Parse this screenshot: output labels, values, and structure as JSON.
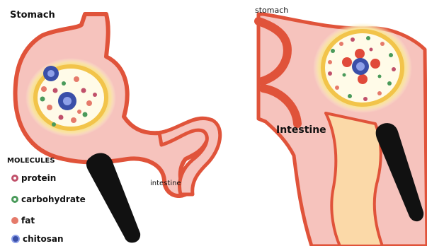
{
  "labels": {
    "stomach_left": "Stomach",
    "stomach_right": "stomach",
    "intestine_right": "Intestine",
    "intestine_left": "intestine"
  },
  "legend": {
    "title": "MOLECULES",
    "items": [
      {
        "label": "protein",
        "color": "#c0506a"
      },
      {
        "label": "carbohydrate",
        "color": "#4a9a5a"
      },
      {
        "label": "fat",
        "color": "#e57a6a"
      },
      {
        "label": "chitosan",
        "color": "#3a4fa8"
      }
    ]
  },
  "colors": {
    "organ_fill": "#f6c3bd",
    "organ_outline": "#e0533a",
    "capsule_ring": "#f2c44a",
    "capsule_glow": "#f7dc8a",
    "capsule_inner": "#fffbe8",
    "instrument": "#111111"
  }
}
